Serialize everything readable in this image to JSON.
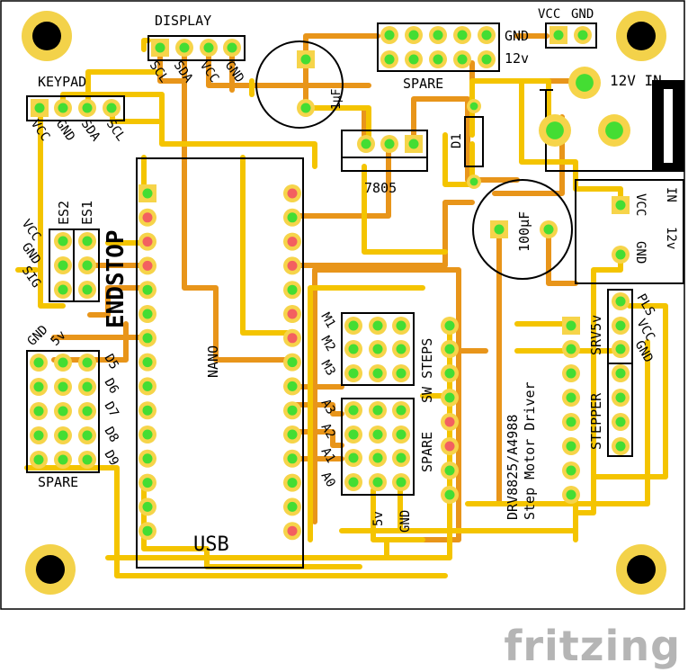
{
  "labels": {
    "display": "DISPLAY",
    "keypad": "KEYPAD",
    "spare_top": "SPARE",
    "spare_left": "SPARE",
    "spare_mid": "SPARE",
    "gnd_top": "GND",
    "v12_top": "12v",
    "vcc_top": "VCC",
    "gnd_top2": "GND",
    "power_in": "12V IN",
    "d1": "D1",
    "reg": "7805",
    "cap1": "1µF",
    "cap2": "100µF",
    "endstop": "ENDSTOP",
    "es1": "ES1",
    "es2": "ES2",
    "nano": "NANO",
    "usb": "USB",
    "sw_steps": "SW STEPS",
    "driver1": "DRV8825/A4988",
    "driver2": "Step Motor Driver",
    "stepper": "STEPPER",
    "srv5v": "SRV5v",
    "pls": "PLS",
    "vcc_right": "VCC",
    "gnd_right": "GND",
    "in_vcc": "VCC",
    "in_gnd": "GND",
    "in_12v": "12v",
    "in_in": "IN",
    "five_v": "5v",
    "gnd_bottom": "GND",
    "gnd_left": "GND",
    "five_v_left": "5v",
    "left_pins": [
      "VCC",
      "GND",
      "SIG"
    ],
    "display_pins": [
      "SCL",
      "SDA",
      "VCC",
      "GND"
    ],
    "keypad_pins": [
      "VCC",
      "GND",
      "SDA",
      "SCL"
    ],
    "d_pins": [
      "D5",
      "D6",
      "D7",
      "D8",
      "D9"
    ],
    "m_pins": [
      "M1",
      "M2",
      "M3"
    ],
    "a_pins": [
      "A3",
      "A2",
      "A1",
      "A0"
    ]
  },
  "logo": "fritzing",
  "colors": {
    "board": "#ffffff",
    "trace_top": "#f4c400",
    "trace_bottom": "#e8951a",
    "pad_ring": "#f6d44a",
    "pad_green": "#44dd33",
    "pad_red": "#f36060",
    "silk": "#000000"
  }
}
